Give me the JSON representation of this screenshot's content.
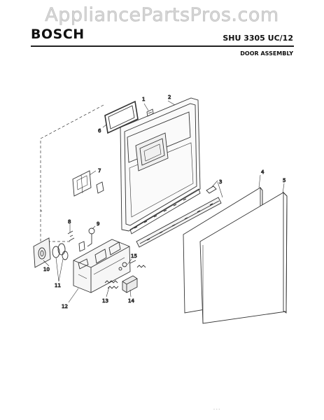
{
  "watermark": "AppliancePartsPros.com",
  "header": {
    "brand": "BOSCH",
    "model": "SHU 3305 UC/12",
    "section": "DOOR ASSEMBLY"
  },
  "callouts": {
    "c1": "1",
    "c2": "2",
    "c3": "3",
    "c4": "4",
    "c5": "5",
    "c6": "6",
    "c7": "7",
    "c8": "8",
    "c9": "9",
    "c10": "10",
    "c11": "11",
    "c12": "12",
    "c13": "13",
    "c14": "14",
    "c15": "15"
  },
  "footer": "- - -"
}
